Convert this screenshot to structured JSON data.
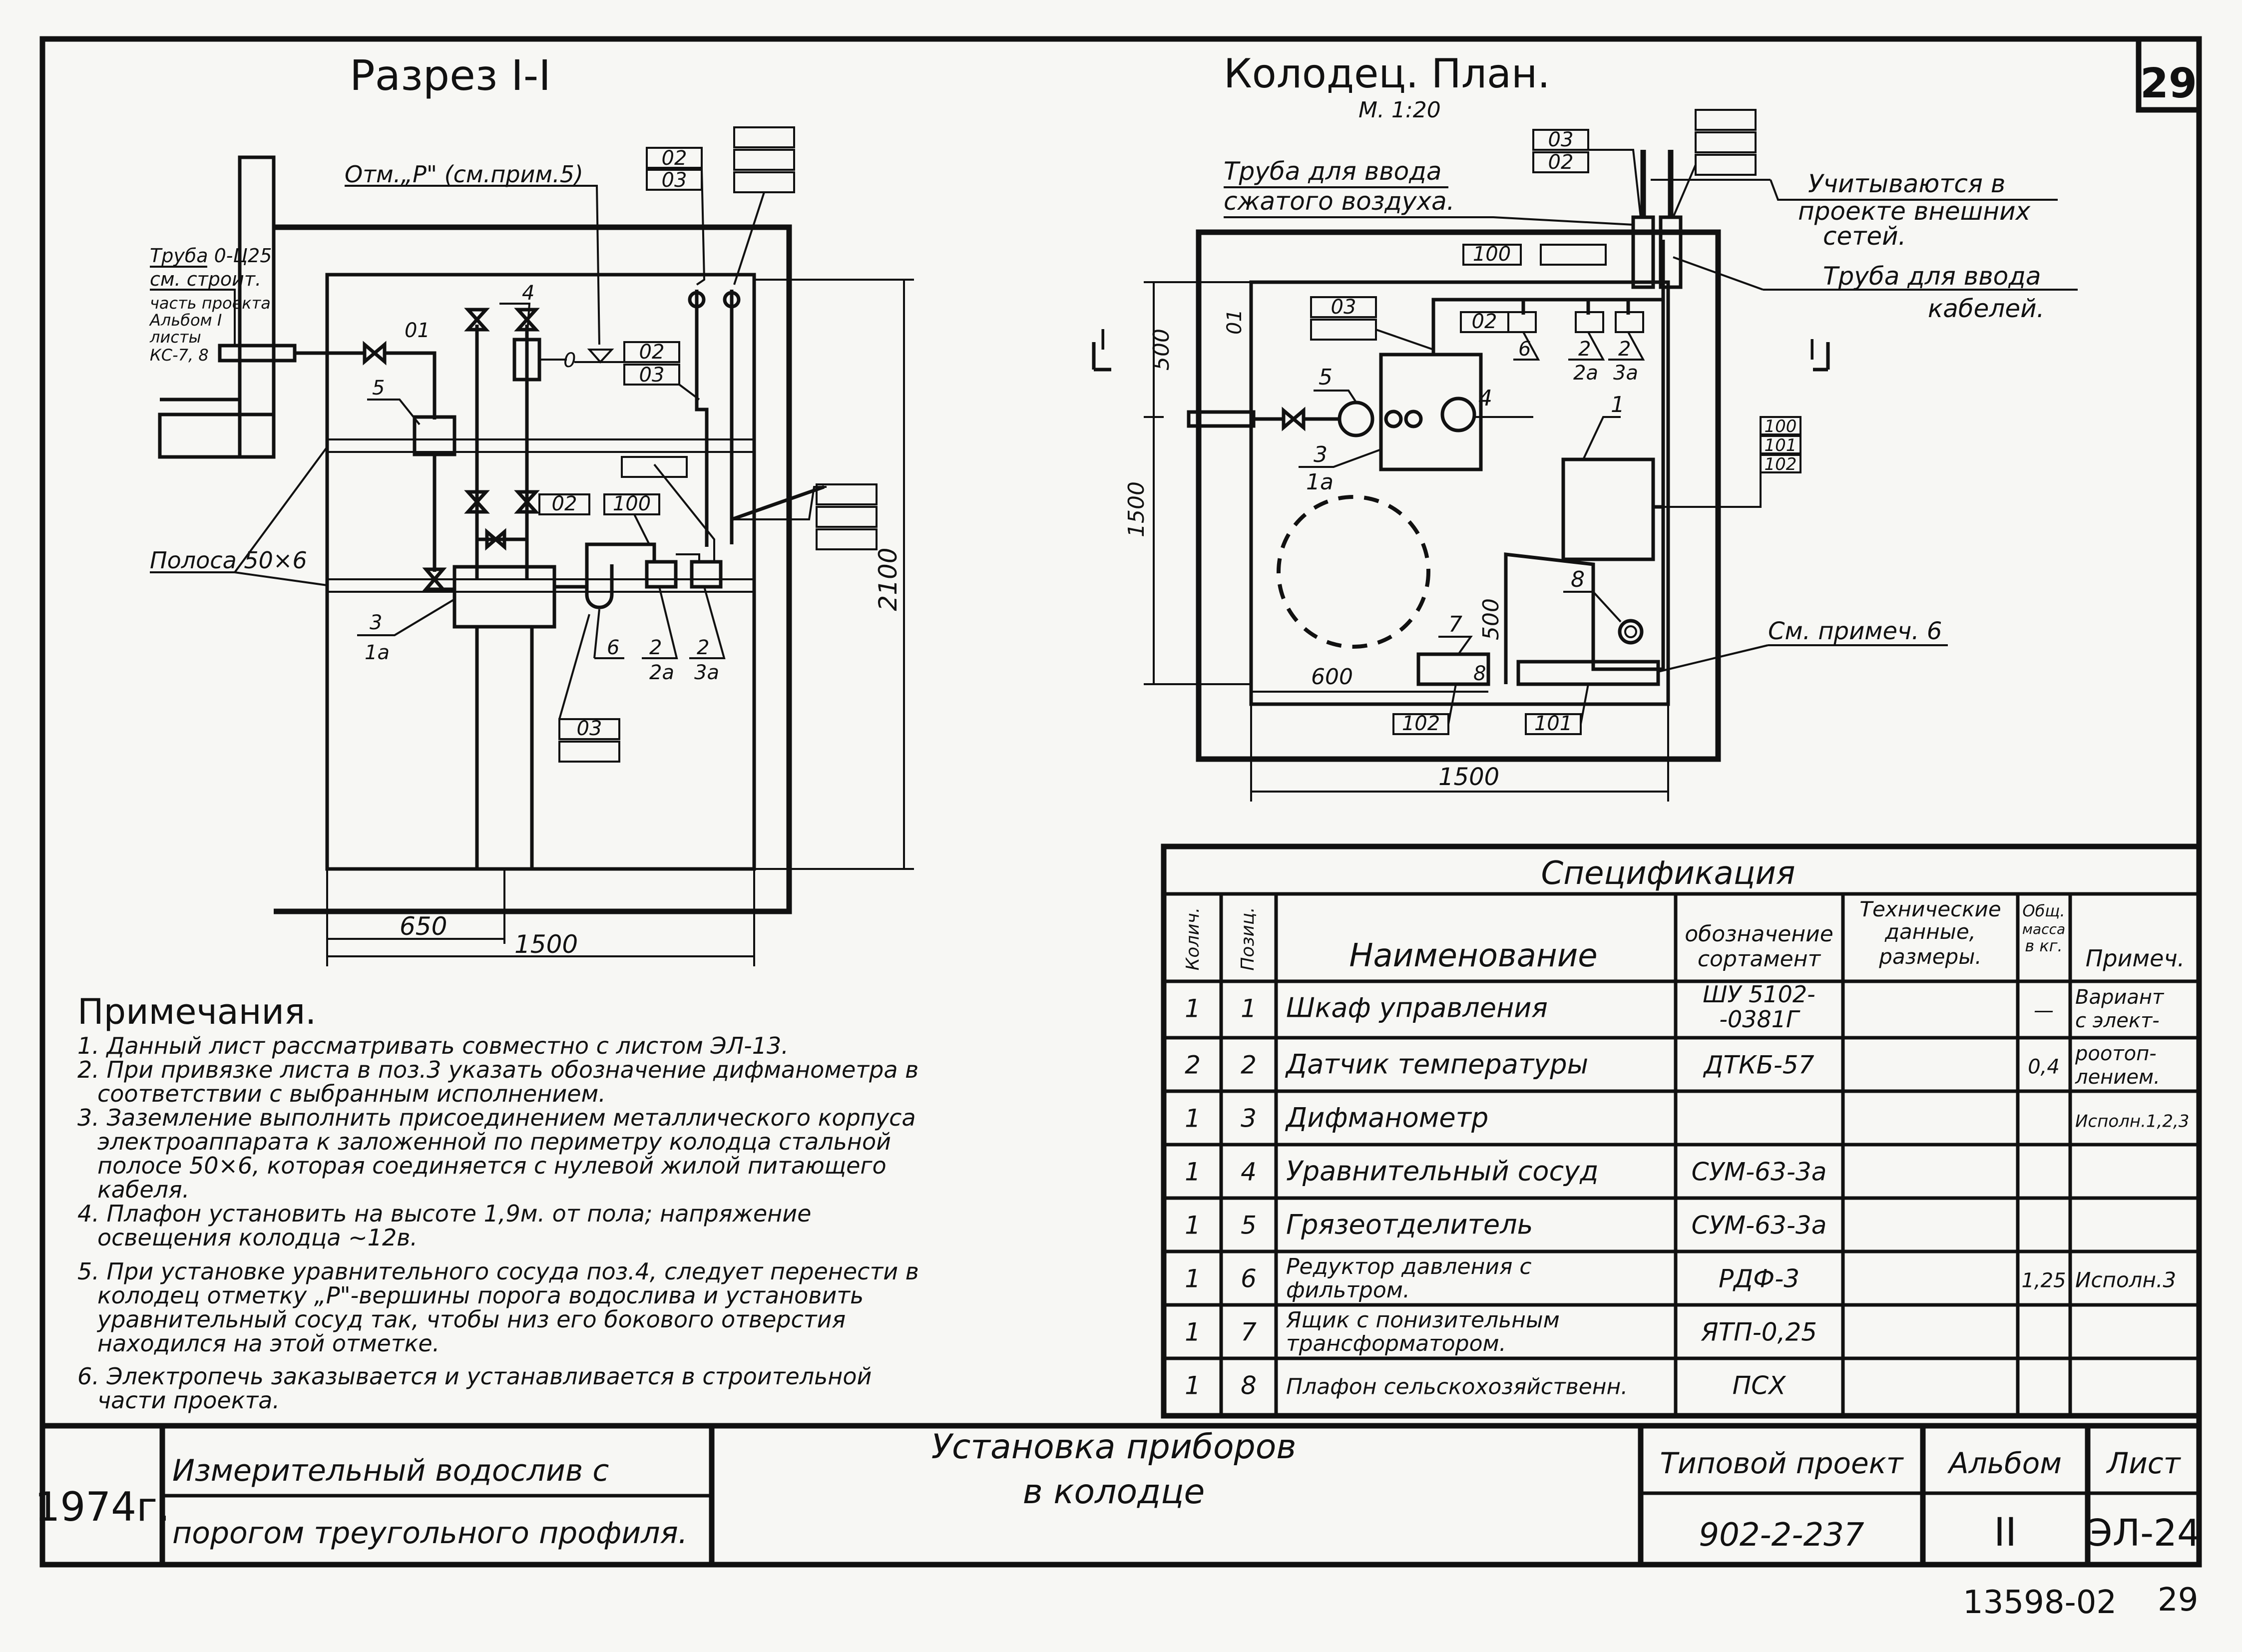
{
  "sheet_number": "29",
  "section": {
    "title": "Разрез I-I",
    "mark_note": "Отм.„Р\" (см.прим.5)",
    "pipe_note": [
      "Труба 0-Ц25",
      "см. строит.",
      "часть проекта",
      "Альбом I",
      "листы",
      "КС-7, 8"
    ],
    "strip_note": "Полоса 50×6",
    "labels": {
      "o1": "01",
      "p4": "4",
      "p5": "5",
      "zero": "0",
      "p3": "3",
      "p1a": "1а",
      "p6": "6",
      "p2a_top": "2",
      "p2a_bot": "2а",
      "p3a_top": "2",
      "p3a_bot": "3а"
    },
    "boxes": {
      "b02_top": "02",
      "b03_top": "03",
      "b02_mid": "02",
      "b03_mid": "03",
      "b02_pipe": "02",
      "b100": "100",
      "b03_low": "03"
    },
    "dims": {
      "height": "2100",
      "left": "650",
      "width": "1500"
    }
  },
  "plan": {
    "title": "Колодец. План.",
    "scale": "М. 1:20",
    "air_pipe": [
      "Труба для ввода",
      "сжатого воздуха."
    ],
    "outside_note": [
      "Учитываются в",
      "проекте внешних",
      "сетей."
    ],
    "cable_pipe": [
      "Труба для ввода",
      "кабелей."
    ],
    "section_mark": "I",
    "see_note": "См. примеч. 6",
    "labels": {
      "o1": "01",
      "p5": "5",
      "p4": "4",
      "p3": "3",
      "p1a": "1а",
      "p1": "1",
      "p8": "8",
      "p7": "7",
      "p6": "6",
      "p2a_top": "2",
      "p2a_bot": "2а",
      "p3a_top": "2",
      "p3a_bot": "3а",
      "p8box": "8"
    },
    "boxes": {
      "b03": "03",
      "b02": "02",
      "b03_top": "03",
      "b02_top": "02",
      "b100": "100",
      "r100": "100",
      "r101": "101",
      "r102": "102",
      "b102": "102",
      "b101": "101"
    },
    "dims": {
      "d500a": "500",
      "d1500v": "1500",
      "d500b": "500",
      "d600": "600",
      "d1500h": "1500"
    }
  },
  "notes": {
    "title": "Примечания.",
    "lines": [
      "1. Данный лист рассматривать совместно с листом ЭЛ-13.",
      "2. При привязке листа в поз.3 указать обозначение дифманометра в",
      "соответствии с выбранным исполнением.",
      "3. Заземление выполнить присоединением металлического корпуса",
      "электроаппарата к заложенной по периметру колодца стальной",
      "полосе 50×6, которая соединяется с нулевой жилой питающего",
      "кабеля.",
      "4. Плафон установить на высоте 1,9м. от пола; напряжение",
      "освещения колодца ~12в.",
      "5. При установке уравнительного сосуда поз.4, следует перенести в",
      "колодец отметку „Р\"-вершины порога водослива и установить",
      "уравнительный сосуд так, чтобы низ его бокового отверстия",
      "находился на этой отметке.",
      "6. Электропечь заказывается и устанавливается в строительной",
      "части проекта."
    ]
  },
  "spec": {
    "title": "Спецификация",
    "headers": {
      "qty": "Колич.",
      "pos": "Позиц.",
      "name": "Наименование",
      "designation": [
        "обозначение",
        "сортамент"
      ],
      "tech": [
        "Технические",
        "данные,",
        "размеры."
      ],
      "mass": [
        "Общ.",
        "масса",
        "в кг."
      ],
      "remark": "Примеч."
    },
    "rows": [
      {
        "qty": "1",
        "pos": "1",
        "name": [
          "Шкаф управления"
        ],
        "designation": [
          "ШУ 5102-",
          "-0381Г"
        ],
        "mass": "—",
        "remark": [
          "Вариант",
          "с элект-"
        ]
      },
      {
        "qty": "2",
        "pos": "2",
        "name": [
          "Датчик температуры"
        ],
        "designation": [
          "ДТКБ-57"
        ],
        "mass": "0,4",
        "remark": [
          "роотоп-",
          "лением."
        ]
      },
      {
        "qty": "1",
        "pos": "3",
        "name": [
          "Дифманометр"
        ],
        "designation": [],
        "mass": "",
        "remark": [
          "Исполн.1,2,3"
        ]
      },
      {
        "qty": "1",
        "pos": "4",
        "name": [
          "Уравнительный сосуд"
        ],
        "designation": [
          "СУМ-63-3а"
        ],
        "mass": "",
        "remark": []
      },
      {
        "qty": "1",
        "pos": "5",
        "name": [
          "Грязеотделитель"
        ],
        "designation": [
          "СУМ-63-3а"
        ],
        "mass": "",
        "remark": []
      },
      {
        "qty": "1",
        "pos": "6",
        "name": [
          "Редуктор давления с",
          "фильтром."
        ],
        "designation": [
          "РДФ-3"
        ],
        "mass": "1,25",
        "remark": [
          "Исполн.3"
        ]
      },
      {
        "qty": "1",
        "pos": "7",
        "name": [
          "Ящик с понизительным",
          "трансформатором."
        ],
        "designation": [
          "ЯТП-0,25"
        ],
        "mass": "",
        "remark": []
      },
      {
        "qty": "1",
        "pos": "8",
        "name": [
          "Плафон сельскохозяйственн."
        ],
        "designation": [
          "ПСХ"
        ],
        "mass": "",
        "remark": []
      }
    ]
  },
  "title_block": {
    "year": "1974г.",
    "object": [
      "Измерительный водослив с",
      "порогом треугольного профиля."
    ],
    "drawing": [
      "Установка приборов",
      "в колодце"
    ],
    "project_label": "Типовой проект",
    "project_number": "902-2-237",
    "album_label": "Альбом",
    "album_number": "II",
    "sheet_label": "Лист",
    "sheet_code": "ЭЛ-24"
  },
  "footer": {
    "archive_code": "13598-02",
    "page": "29"
  }
}
